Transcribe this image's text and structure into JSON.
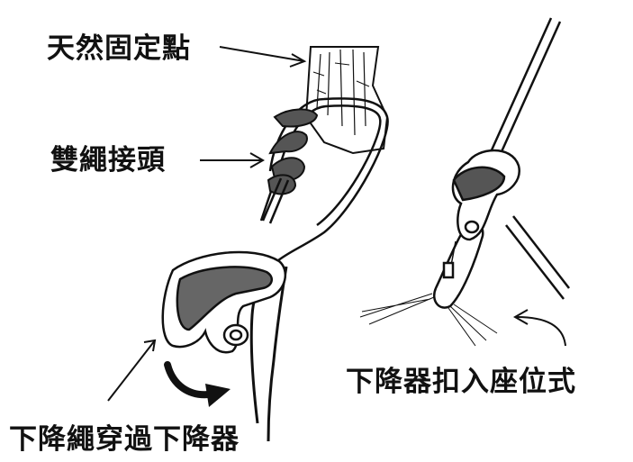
{
  "labels": {
    "natural_anchor": "天然固定點",
    "double_rope_knot": "雙繩接頭",
    "rope_through_device": "下降繩穿過下降器",
    "device_clipped_seat": "下降器扣入座位式"
  },
  "icons": {
    "tree_trunk": "tree-trunk-icon",
    "rope_knot": "rope-knot-icon",
    "descender": "figure-eight-descender-icon",
    "carabiner": "carabiner-icon",
    "rotation_arrow": "rotation-arrow-icon"
  },
  "colors": {
    "ink": "#111111",
    "background": "#ffffff"
  }
}
